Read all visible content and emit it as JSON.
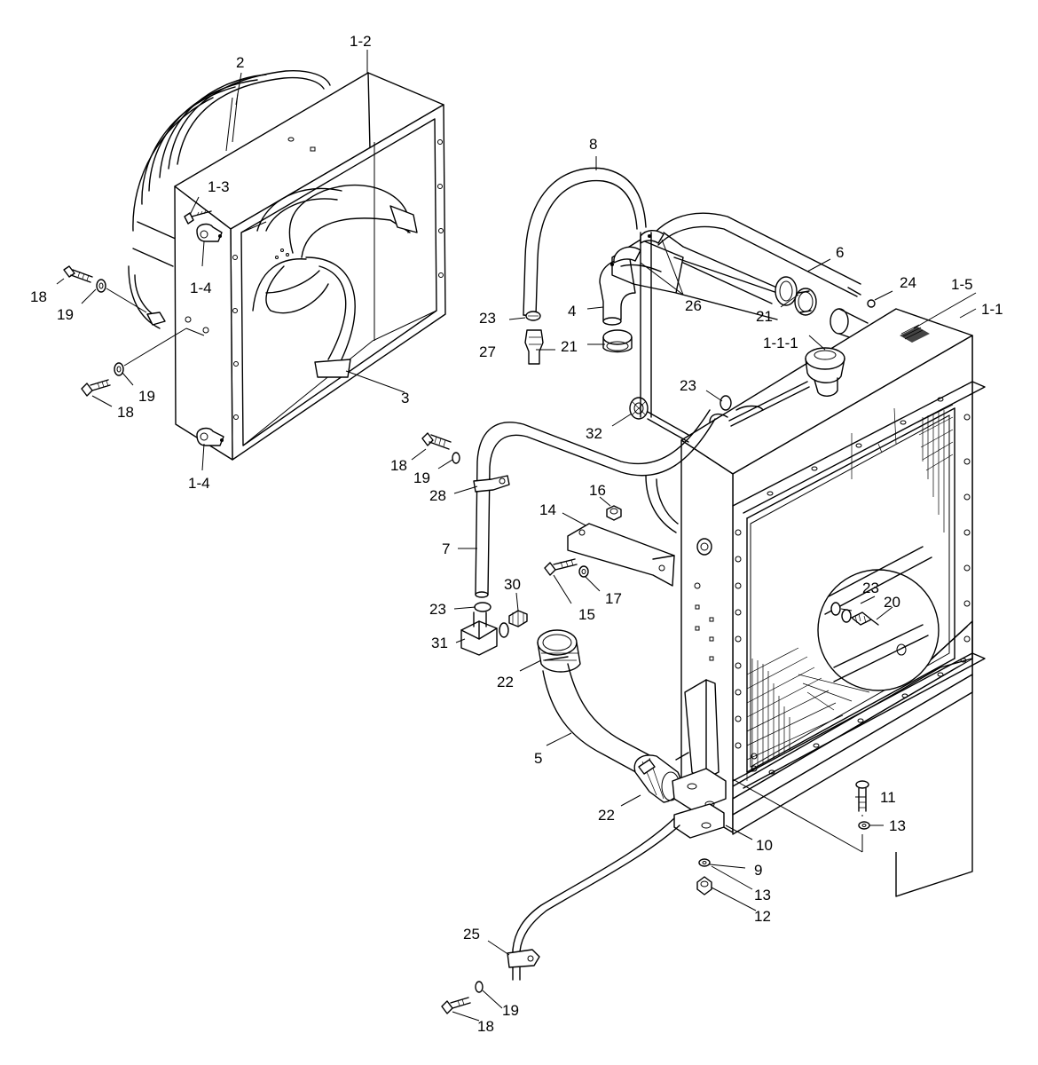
{
  "labels": {
    "p1_2": "1-2",
    "p2": "2",
    "p1_3": "1-3",
    "p1_4_top": "1-4",
    "p1_4_bottom": "1-4",
    "p18_a": "18",
    "p19_a": "19",
    "p18_b": "18",
    "p19_b": "19",
    "p3": "3",
    "p8": "8",
    "p23_a": "23",
    "p4": "4",
    "p26": "26",
    "p27": "27",
    "p21_a": "21",
    "p6": "6",
    "p24": "24",
    "p1_5": "1-5",
    "p1_1": "1-1",
    "p21_b": "21",
    "p1_1_1": "1-1-1",
    "p23_b": "23",
    "p32": "32",
    "p18_c": "18",
    "p19_c": "19",
    "p28": "28",
    "p16": "16",
    "p14": "14",
    "p7": "7",
    "p15": "15",
    "p17": "17",
    "p30": "30",
    "p23_c": "23",
    "p31": "31",
    "p22_a": "22",
    "p23_d": "23",
    "p20": "20",
    "p5": "5",
    "p22_b": "22",
    "p11": "11",
    "p13_a": "13",
    "p10": "10",
    "p9": "9",
    "p13_b": "13",
    "p12": "12",
    "p25": "25",
    "p18_d": "18",
    "p19_d": "19"
  }
}
